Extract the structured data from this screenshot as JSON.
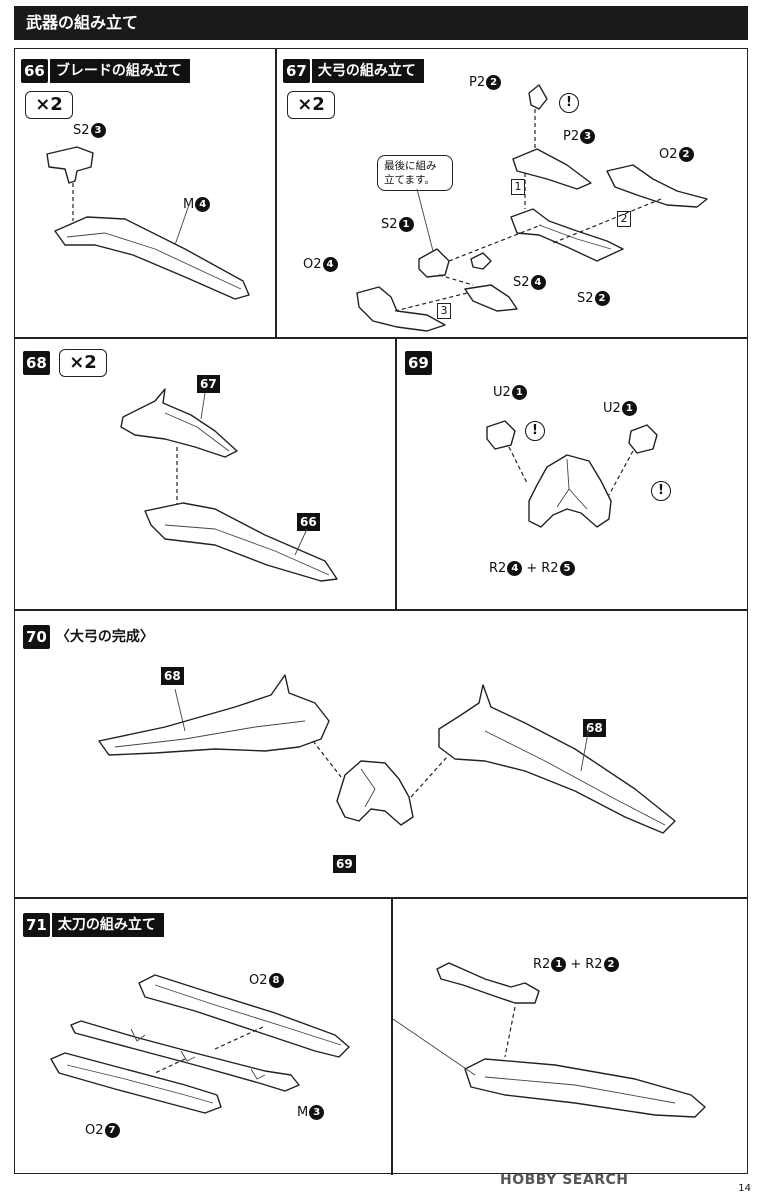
{
  "header": {
    "title": "武器の組み立て"
  },
  "steps": {
    "s66": {
      "num": "66",
      "title": "ブレードの組み立て",
      "qty": "×2",
      "parts": {
        "a": {
          "code": "S2",
          "n": "3"
        },
        "b": {
          "code": "M",
          "n": "4"
        }
      }
    },
    "s67": {
      "num": "67",
      "title": "大弓の組み立て",
      "qty": "×2",
      "note": "最後に組み立てます。",
      "parts": {
        "p2a": {
          "code": "P2",
          "n": "2"
        },
        "p2b": {
          "code": "P2",
          "n": "3"
        },
        "o2a": {
          "code": "O2",
          "n": "2"
        },
        "o2b": {
          "code": "O2",
          "n": "4"
        },
        "s2a": {
          "code": "S2",
          "n": "1"
        },
        "s2b": {
          "code": "S2",
          "n": "4"
        },
        "s2c": {
          "code": "S2",
          "n": "2"
        }
      },
      "order": [
        "1",
        "2",
        "3"
      ]
    },
    "s68": {
      "num": "68",
      "qty": "×2",
      "tags": [
        "67",
        "66"
      ]
    },
    "s69": {
      "num": "69",
      "parts": {
        "u2a": {
          "code": "U2",
          "n": "1"
        },
        "u2b": {
          "code": "U2",
          "n": "1"
        },
        "r2a": {
          "code": "R2",
          "n": "4"
        },
        "plus": "+",
        "r2b": {
          "code": "R2",
          "n": "5"
        }
      }
    },
    "s70": {
      "num": "70",
      "title": "〈大弓の完成〉",
      "tags": [
        "68",
        "68",
        "69"
      ]
    },
    "s71": {
      "num": "71",
      "title": "太刀の組み立て",
      "parts": {
        "o2a": {
          "code": "O2",
          "n": "8"
        },
        "m": {
          "code": "M",
          "n": "3"
        },
        "o2b": {
          "code": "O2",
          "n": "7"
        },
        "r2a": {
          "code": "R2",
          "n": "1"
        },
        "plus": "+",
        "r2b": {
          "code": "R2",
          "n": "2"
        }
      }
    }
  },
  "warning_symbol": "!",
  "footer": {
    "watermark": "HOBBY SEARCH",
    "page": "14"
  },
  "colors": {
    "ink": "#111111",
    "paper": "#ffffff"
  }
}
